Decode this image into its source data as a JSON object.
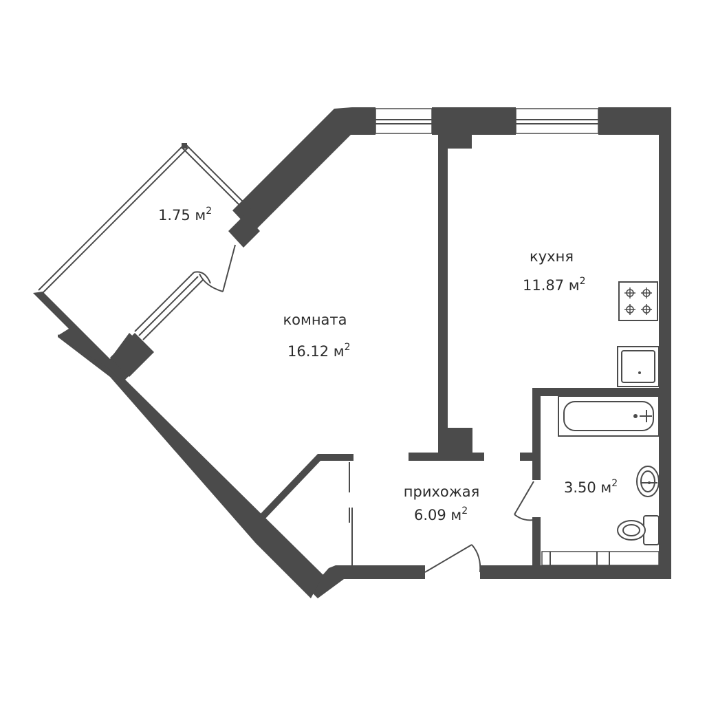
{
  "rooms": {
    "balcony": {
      "area": "1.75 м",
      "sup": "2"
    },
    "living": {
      "name": "комната",
      "area": "16.12 м",
      "sup": "2"
    },
    "kitchen": {
      "name": "кухня",
      "area": "11.87 м",
      "sup": "2"
    },
    "hall": {
      "name": "прихожая",
      "area": "6.09 м",
      "sup": "2"
    },
    "bathroom": {
      "area": "3.50 м",
      "sup": "2"
    }
  },
  "colors": {
    "wall": "#4b4b4b",
    "background": "#ffffff"
  }
}
